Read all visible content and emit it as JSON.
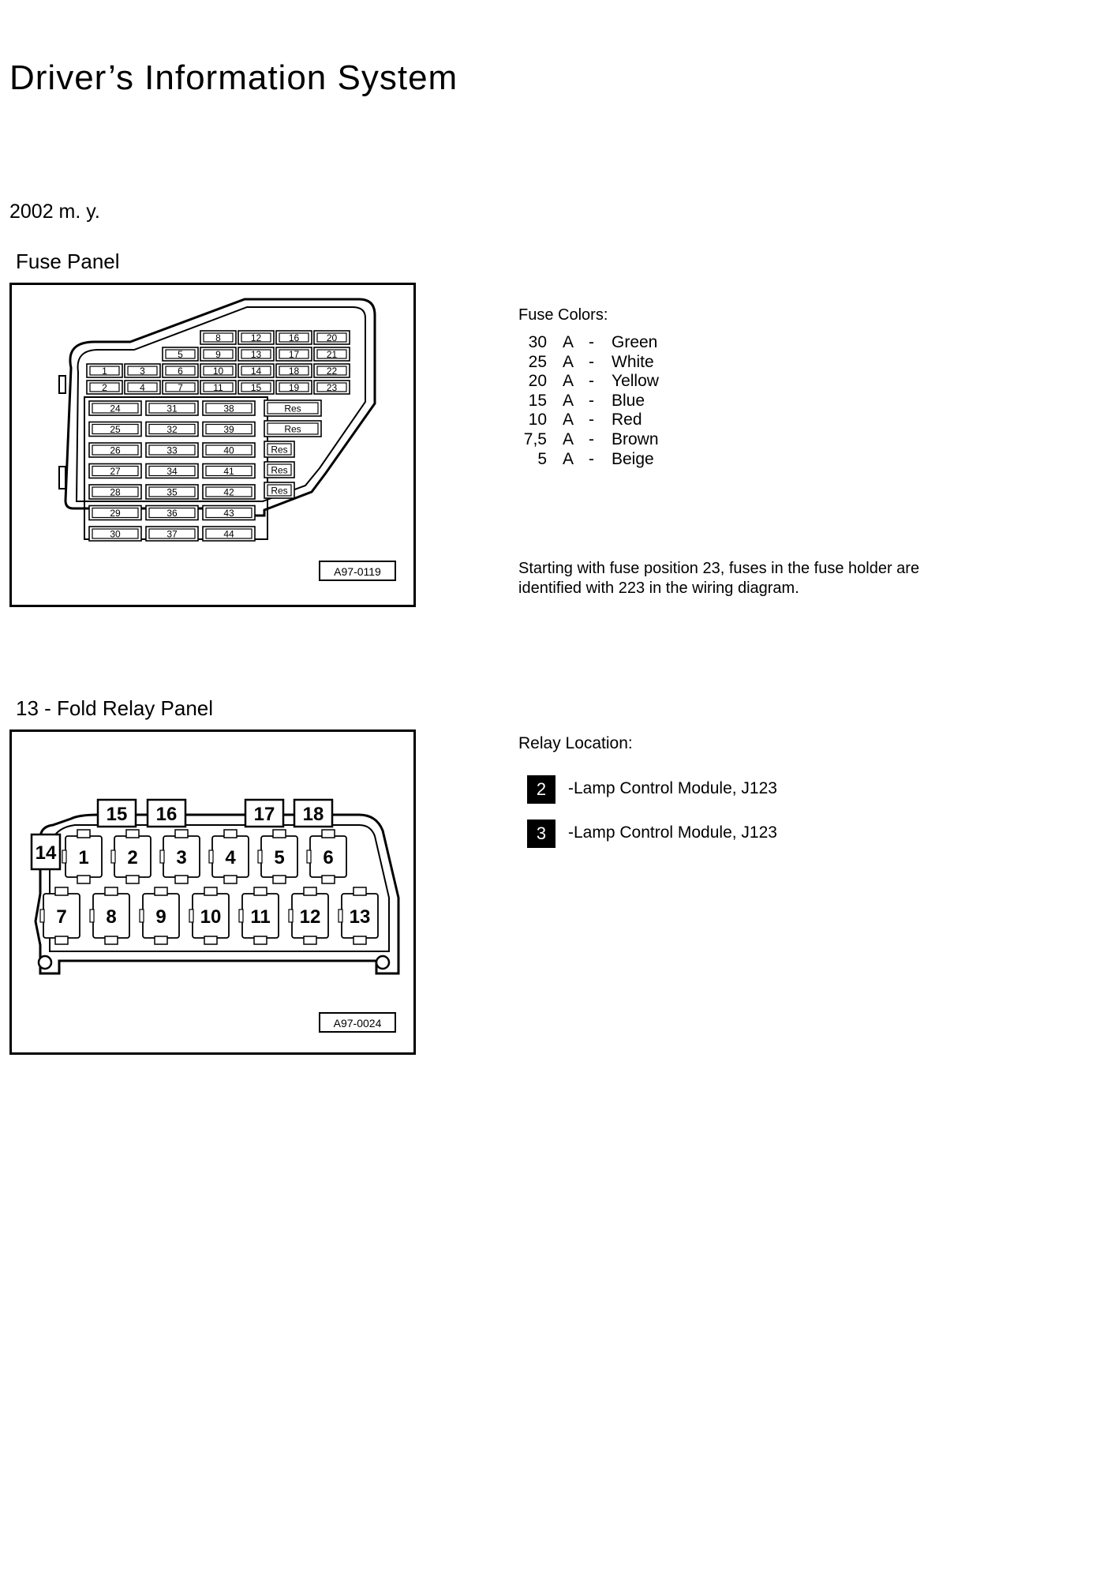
{
  "title": "Driver’s Information System",
  "model_year": "2002 m. y.",
  "fuse_panel": {
    "heading": "Fuse Panel",
    "figure_code": "A97-0119",
    "top_fuses": [
      [
        "8",
        "12",
        "16",
        "20"
      ],
      [
        "5",
        "9",
        "13",
        "17",
        "21"
      ],
      [
        "1",
        "3",
        "6",
        "10",
        "14",
        "18",
        "22"
      ],
      [
        "2",
        "4",
        "7",
        "11",
        "15",
        "19",
        "23"
      ]
    ],
    "grid_fuses": [
      [
        "24",
        "31",
        "38"
      ],
      [
        "25",
        "32",
        "39"
      ],
      [
        "26",
        "33",
        "40"
      ],
      [
        "27",
        "34",
        "41"
      ],
      [
        "28",
        "35",
        "42"
      ],
      [
        "29",
        "36",
        "43"
      ],
      [
        "30",
        "37",
        "44"
      ]
    ],
    "reserve_label": "Res"
  },
  "fuse_colors": {
    "title": "Fuse Colors:",
    "unit": "A",
    "dash": "-",
    "rows": [
      {
        "amps": "30",
        "color": "Green"
      },
      {
        "amps": "25",
        "color": "White"
      },
      {
        "amps": "20",
        "color": "Yellow"
      },
      {
        "amps": "15",
        "color": "Blue"
      },
      {
        "amps": "10",
        "color": "Red"
      },
      {
        "amps": "7,5",
        "color": "Brown"
      },
      {
        "amps": "5",
        "color": "Beige"
      }
    ],
    "note": "Starting with fuse position 23, fuses in the fuse holder are identified with 223 in the wiring diagram."
  },
  "relay_panel": {
    "heading": "13 - Fold Relay Panel",
    "figure_code": "A97-0024",
    "top_tabs": [
      "15",
      "16",
      "17",
      "18"
    ],
    "side_tab": "14",
    "upper_row": [
      "1",
      "2",
      "3",
      "4",
      "5",
      "6"
    ],
    "lower_row": [
      "7",
      "8",
      "9",
      "10",
      "11",
      "12",
      "13"
    ]
  },
  "relay_location": {
    "title": "Relay Location:",
    "items": [
      {
        "position": "2",
        "description": "-Lamp Control Module, J123"
      },
      {
        "position": "3",
        "description": "-Lamp Control Module, J123"
      }
    ]
  }
}
